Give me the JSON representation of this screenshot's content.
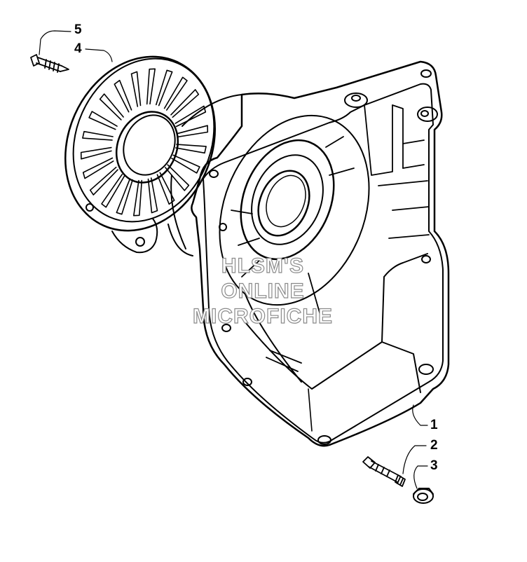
{
  "callouts": {
    "c1": "1",
    "c2": "2",
    "c3": "3",
    "c4": "4",
    "c5": "5"
  },
  "watermark": {
    "line1": "HLSM'S",
    "line2": "ONLINE",
    "line3": "MICROFICHE"
  }
}
